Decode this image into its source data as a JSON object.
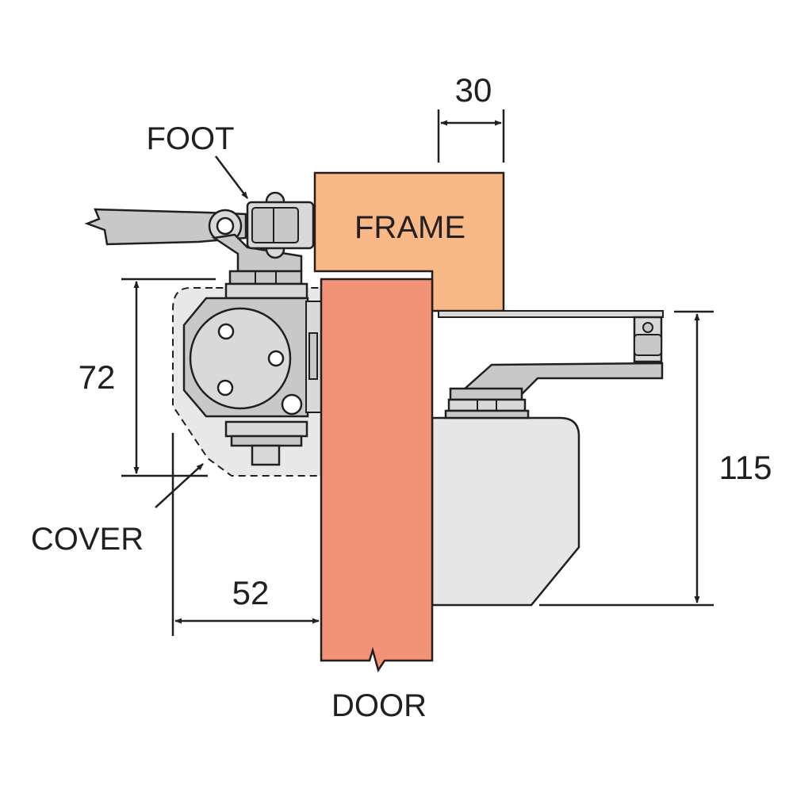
{
  "labels": {
    "foot": "FOOT",
    "frame": "FRAME",
    "cover": "COVER",
    "door": "DOOR"
  },
  "dimensions": {
    "frame_depth": "30",
    "body_height": "72",
    "cover_projection": "52",
    "overall_height": "115"
  },
  "colors": {
    "frame": "#f8b986",
    "door": "#f29276",
    "cover": "#e8e8e8",
    "metal": "#c8c8c8",
    "metal_light": "#d9d9d9",
    "closer_body": "#e6e6e6",
    "line": "#231f20"
  }
}
